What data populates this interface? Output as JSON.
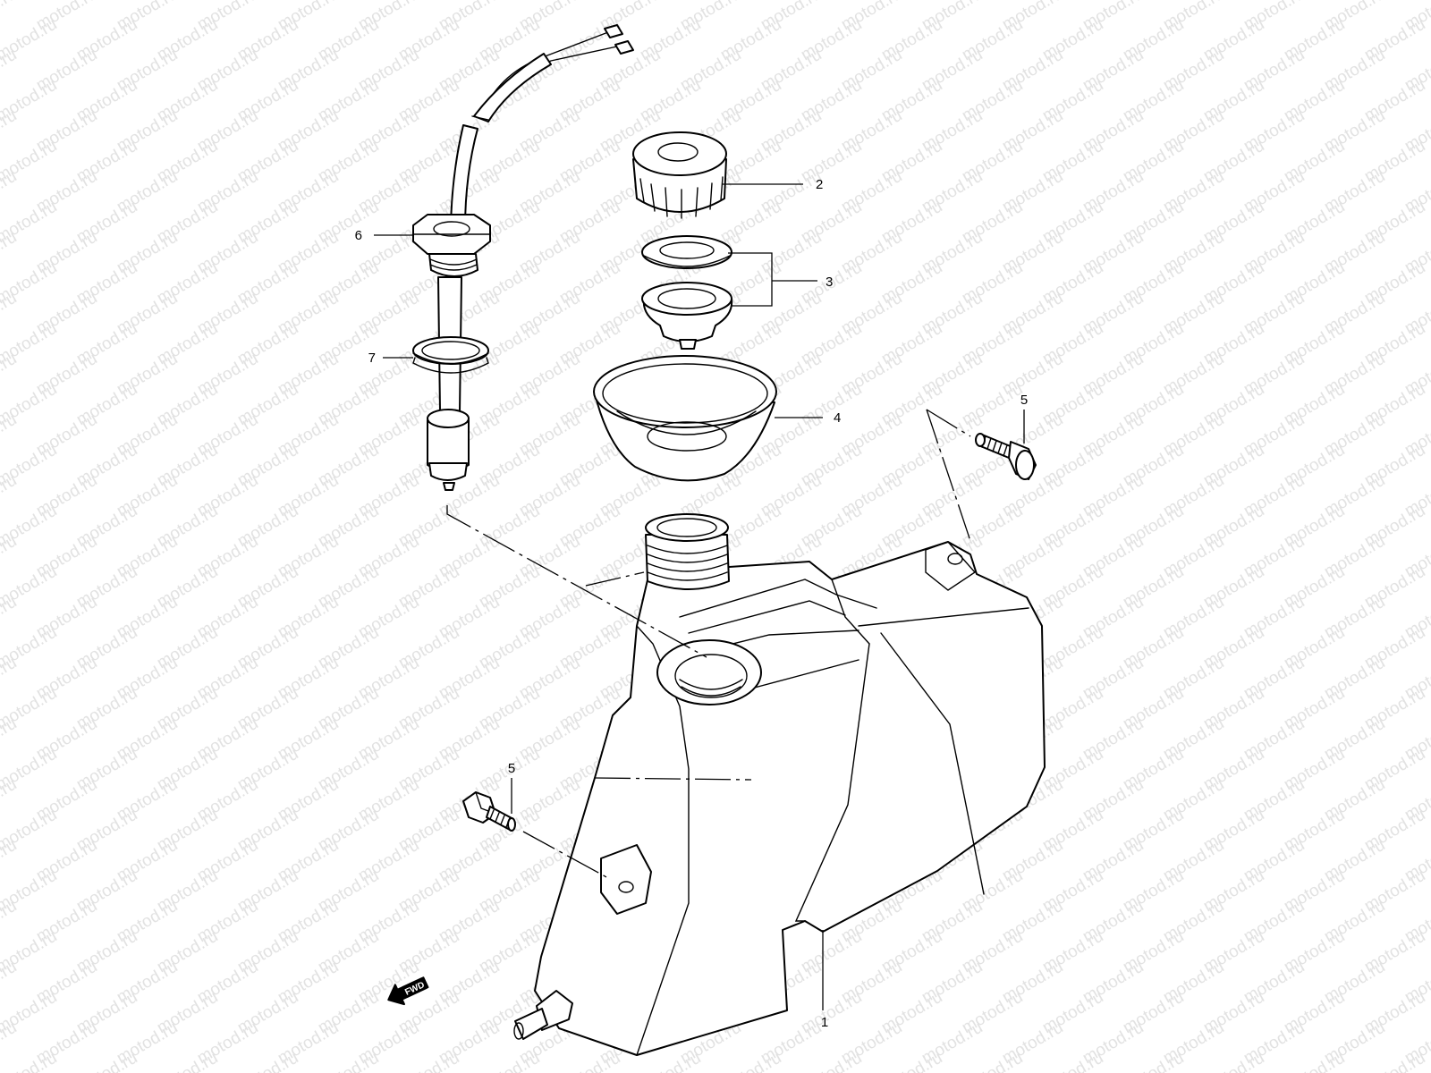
{
  "watermark": {
    "text": "motod.ru",
    "color": "#e2e2e2"
  },
  "callouts": [
    {
      "id": "1",
      "label": "1"
    },
    {
      "id": "2",
      "label": "2"
    },
    {
      "id": "3",
      "label": "3"
    },
    {
      "id": "4",
      "label": "4"
    },
    {
      "id": "5a",
      "label": "5"
    },
    {
      "id": "5b",
      "label": "5"
    },
    {
      "id": "6",
      "label": "6"
    },
    {
      "id": "7",
      "label": "7"
    }
  ],
  "fwd_marker": {
    "label": "FWD"
  },
  "parts": [
    {
      "key": "fuel-tank",
      "icon": "fuel-tank-icon"
    },
    {
      "key": "fuel-cap",
      "icon": "fuel-cap-icon"
    },
    {
      "key": "cap-gasket-set",
      "icon": "gasket-icon"
    },
    {
      "key": "filler-strainer",
      "icon": "strainer-icon"
    },
    {
      "key": "mounting-bolt",
      "icon": "bolt-icon"
    },
    {
      "key": "fuel-level-sensor",
      "icon": "sensor-icon"
    },
    {
      "key": "o-ring",
      "icon": "o-ring-icon"
    }
  ]
}
